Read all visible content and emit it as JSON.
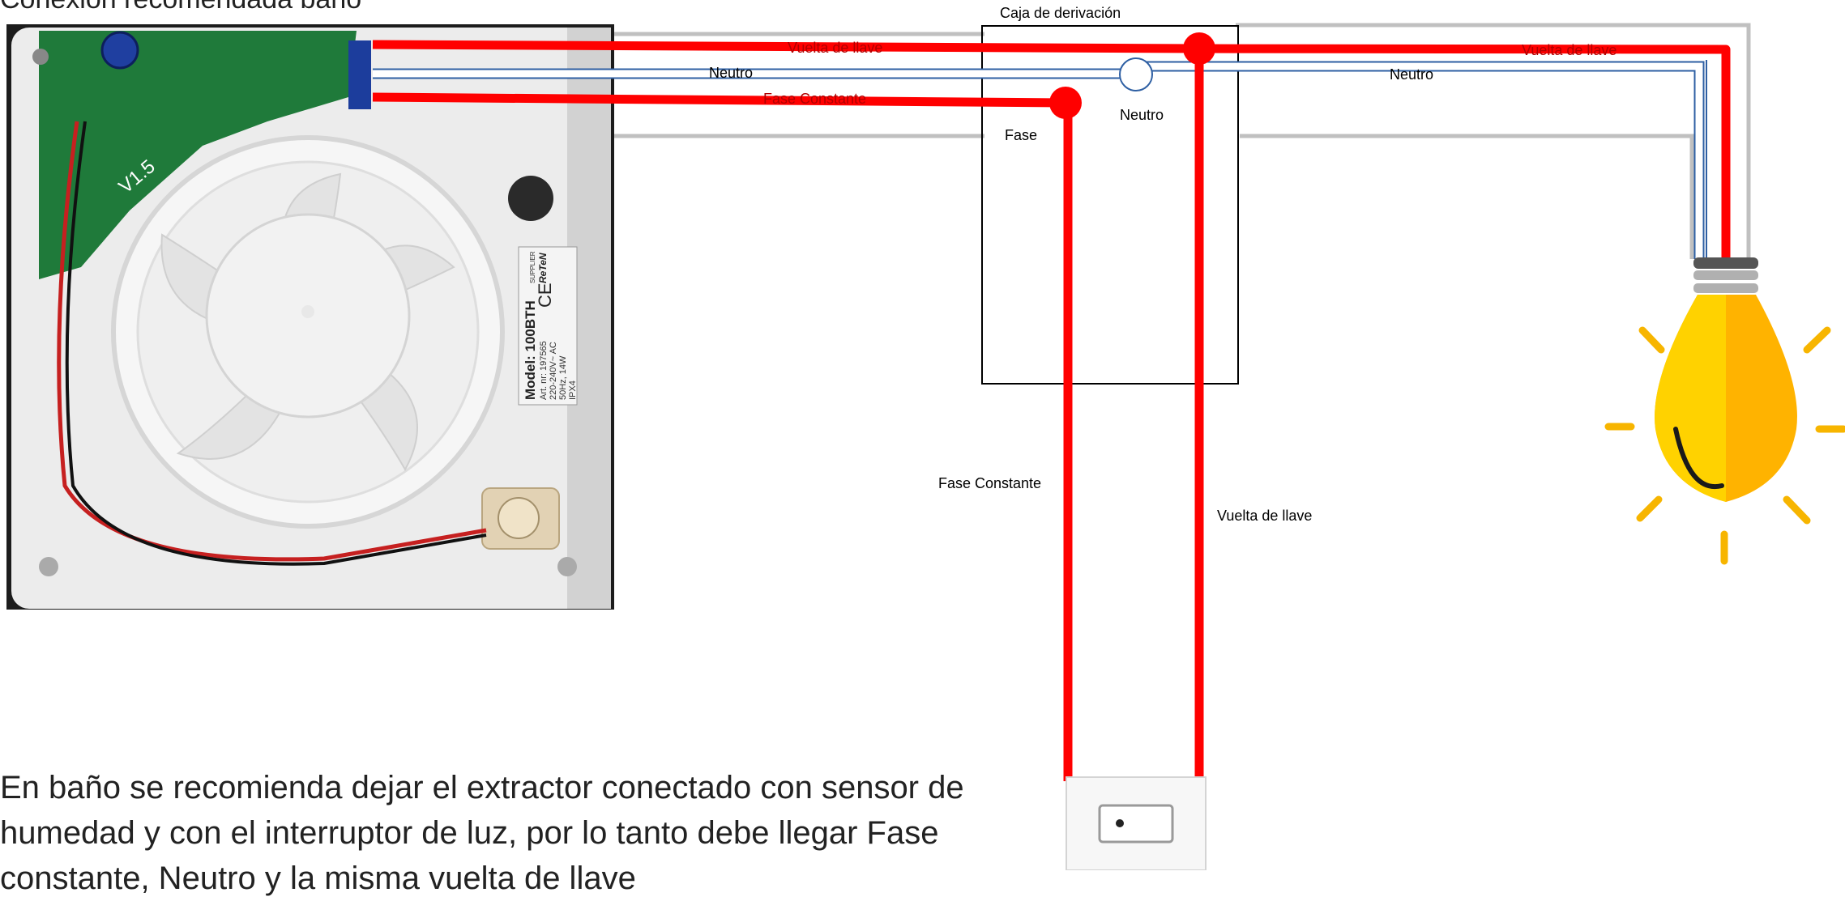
{
  "title": "Conexión recomendada baño",
  "junction_box": {
    "label": "Caja de derivación"
  },
  "wires": {
    "top_left": "Vuelta de llave",
    "top_right": "Vuelta de llave",
    "neutral_left": "Neutro",
    "neutral_right": "Neutro",
    "phase_const_top": "Fase Constante",
    "neutral_box": "Neutro",
    "phase_box": "Fase",
    "phase_const_down": "Fase Constante",
    "switched_down": "Vuelta de llave"
  },
  "fan_label": {
    "model": "Model: 100BTH",
    "art": "Art. nr: 197565",
    "voltage": "220-240V~ AC",
    "power": "50Hz, 14W",
    "ip": "IPX4",
    "board_version": "V1.5",
    "supplier": "SUPPLIER",
    "brand": "ReTeN"
  },
  "note": "En baño se recomienda dejar el extractor conectado con sensor de humedad y con el interruptor de luz, por lo tanto debe llegar Fase constante, Neutro y la misma vuelta de llave",
  "colors": {
    "phase": "#ff0000",
    "neutral_outline": "#2e5fa3",
    "ground": "#c0c0c0",
    "bulb": "#ffc000",
    "ray": "#f7b500"
  }
}
